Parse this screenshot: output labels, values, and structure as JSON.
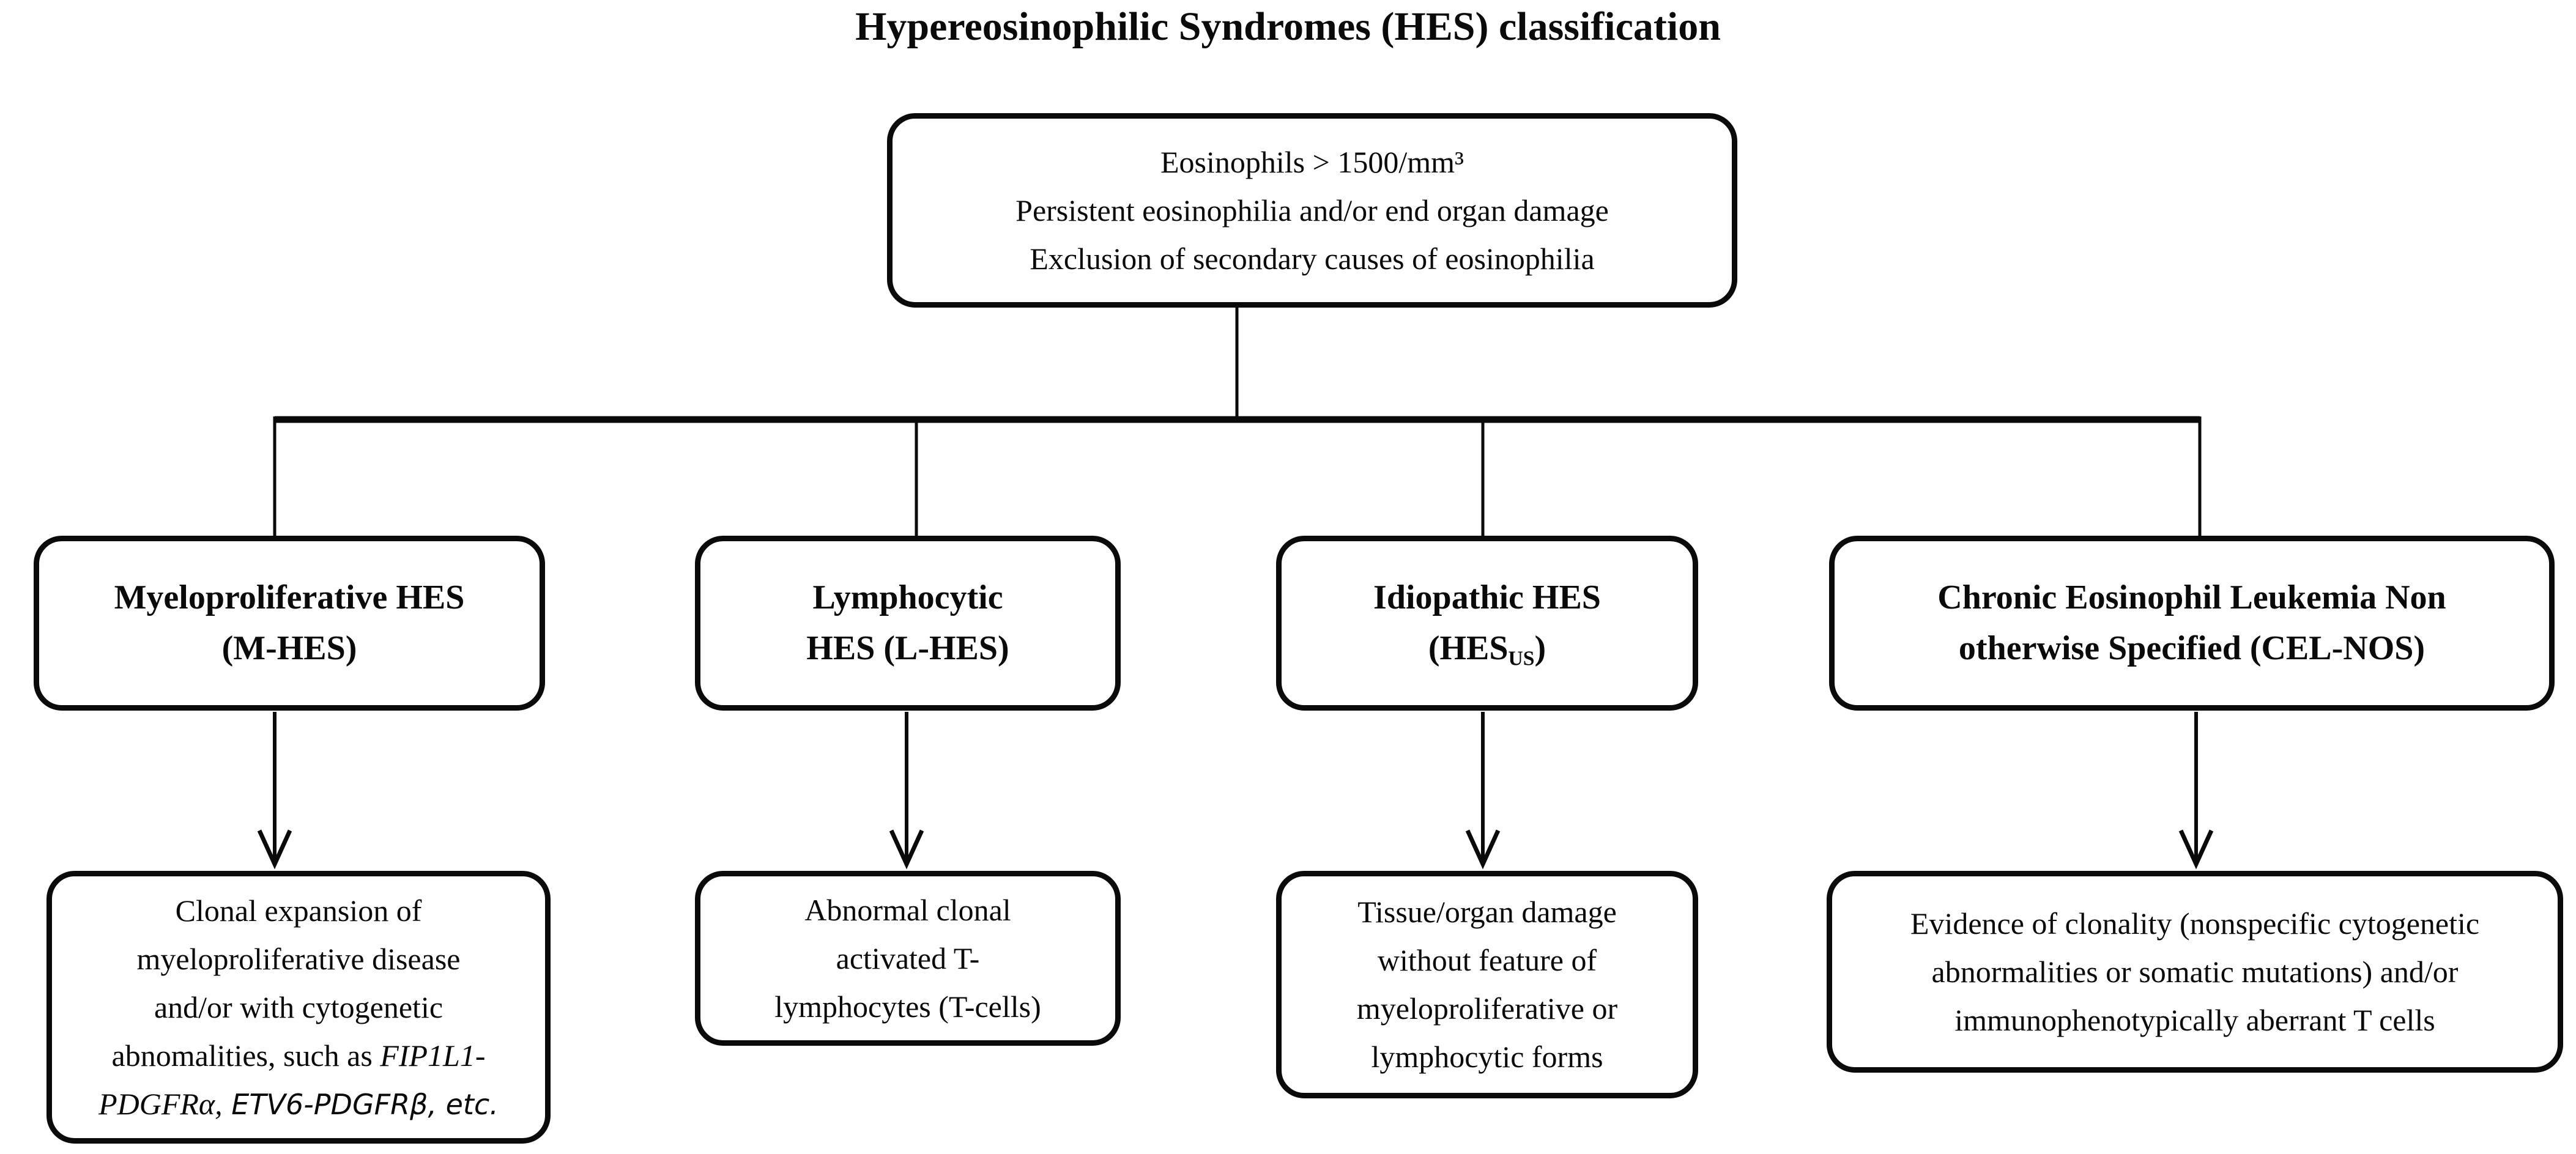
{
  "page": {
    "title": "Hypereosinophilic Syndromes (HES) classification"
  },
  "colors": {
    "ink": "#0a0a0a",
    "background": "#ffffff",
    "box_fill": "#fefefe"
  },
  "criteria": {
    "line1": "Eosinophils > 1500/mm³",
    "line2": "Persistent eosinophilia and/or end organ damage",
    "line3": "Exclusion of secondary causes of eosinophilia"
  },
  "branch1": {
    "title_line1": "Myeloproliferative HES",
    "title_line2": "(M-HES)",
    "desc_line1": "Clonal expansion of",
    "desc_line2": "myeloproliferative disease",
    "desc_line3": "and/or with cytogenetic",
    "desc_line4_roman": "abnomalities, such as ",
    "desc_line4_italic": "FIP1L1-",
    "desc_line5_italic_serif": "PDGFRα,",
    "desc_line5_italic_sans": " ETV6-PDGFRβ, etc."
  },
  "branch2": {
    "title_line1": "Lymphocytic",
    "title_line2": "HES (L-HES)",
    "desc_line1": "Abnormal clonal",
    "desc_line2": "activated T-",
    "desc_line3": "lymphocytes (T-cells)"
  },
  "branch3": {
    "title_line1": "Idiopathic HES",
    "title_line2_prefix": "(HES",
    "title_line2_sub": "US",
    "title_line2_suffix": ")",
    "desc_line1": "Tissue/organ damage",
    "desc_line2": "without feature of",
    "desc_line3": "myeloproliferative or",
    "desc_line4": "lymphocytic forms"
  },
  "branch4": {
    "title_line1": "Chronic Eosinophil Leukemia Non",
    "title_line2": "otherwise Specified (CEL-NOS)",
    "desc_line1": "Evidence of clonality (nonspecific cytogenetic",
    "desc_line2": "abnormalities or somatic mutations) and/or",
    "desc_line3": "immunophenotypically aberrant T cells"
  }
}
